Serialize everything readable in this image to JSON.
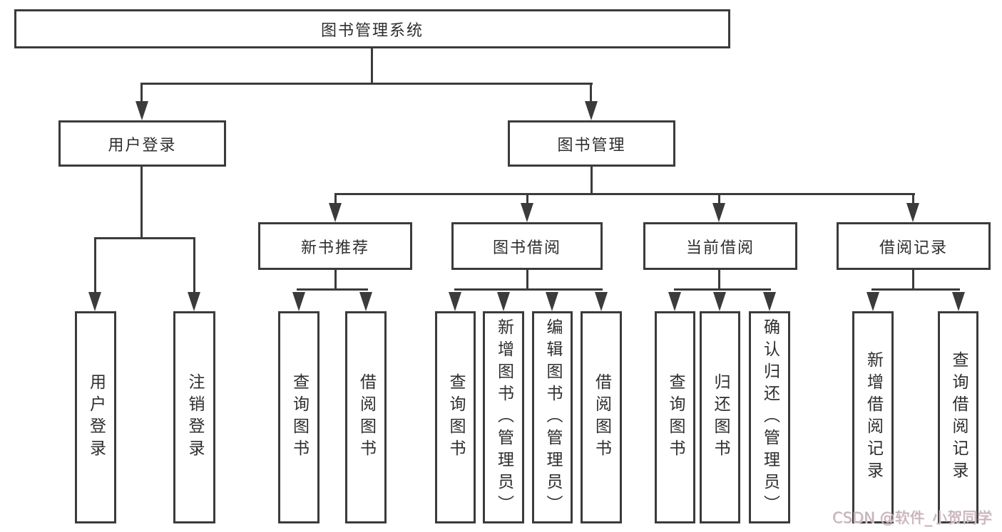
{
  "tree": {
    "root": {
      "label": "图书管理系统",
      "children": [
        {
          "label": "用户登录",
          "children": [
            {
              "label": "用户登录"
            },
            {
              "label": "注销登录"
            }
          ]
        },
        {
          "label": "图书管理",
          "children": [
            {
              "label": "新书推荐",
              "children": [
                {
                  "label": "查询图书"
                },
                {
                  "label": "借阅图书"
                }
              ]
            },
            {
              "label": "图书借阅",
              "children": [
                {
                  "label": "查询图书"
                },
                {
                  "label": "新增图书（管理员）"
                },
                {
                  "label": "编辑图书（管理员）"
                },
                {
                  "label": "借阅图书"
                }
              ]
            },
            {
              "label": "当前借阅",
              "children": [
                {
                  "label": "查询图书"
                },
                {
                  "label": "归还图书"
                },
                {
                  "label": "确认归还（管理员）"
                }
              ]
            },
            {
              "label": "借阅记录",
              "children": [
                {
                  "label": "新增借阅记录"
                },
                {
                  "label": "查询借阅记录"
                }
              ]
            }
          ]
        }
      ]
    }
  },
  "watermark": {
    "text": "CSDN @软件_小贺同学"
  },
  "colors": {
    "line": "#3b3b3b",
    "box_border": "#3b3b3b",
    "text": "#2e2e2e",
    "watermark": "#bdb6b8",
    "background": "#ffffff"
  }
}
